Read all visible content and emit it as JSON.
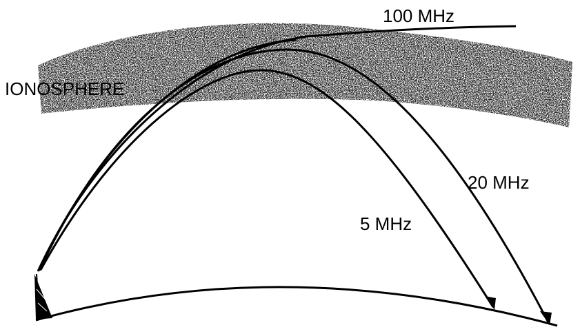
{
  "labels": {
    "layer": "IONOSPHERE",
    "freq_high": "100 MHz",
    "freq_mid": "20 MHz",
    "freq_low": "5 MHz"
  },
  "colors": {
    "ink": "#000000",
    "background": "#ffffff",
    "ionosphere_texture": "#000000"
  }
}
